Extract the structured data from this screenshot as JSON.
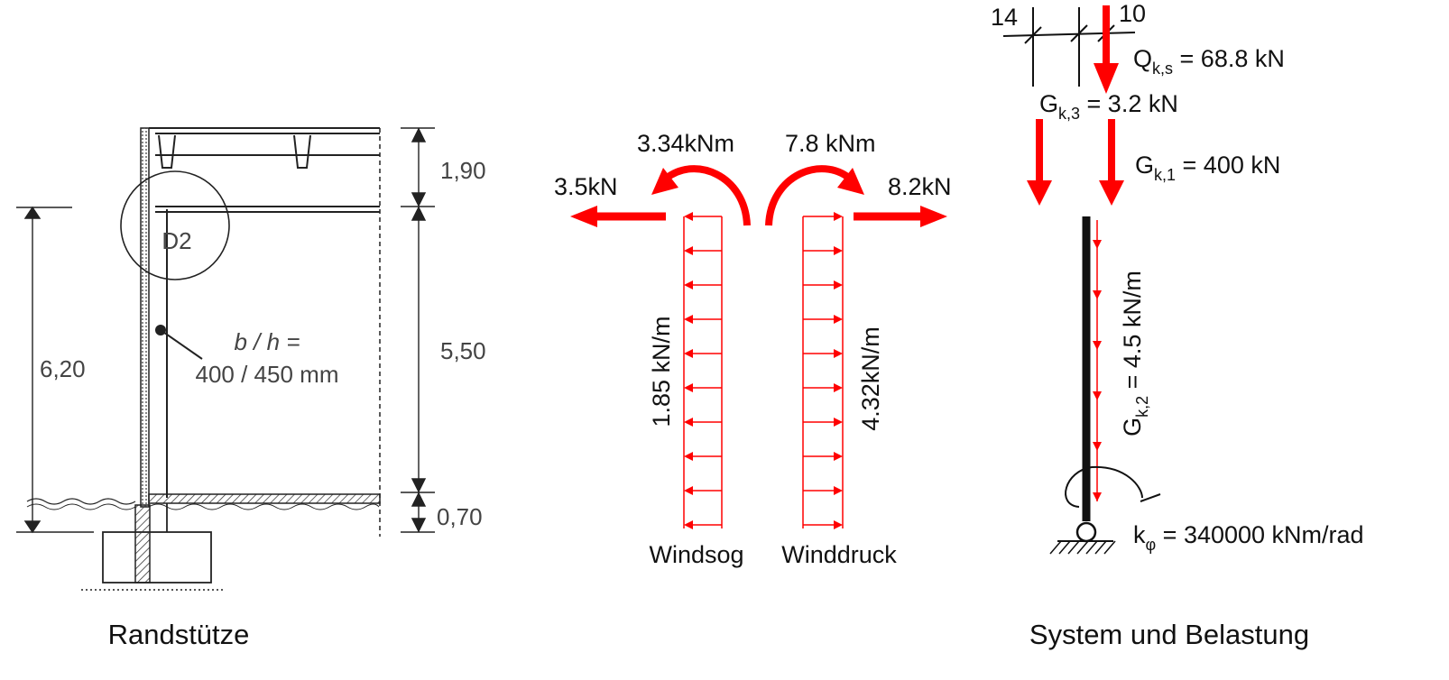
{
  "captions": {
    "left": "Randstütze",
    "right": "System und Belastung"
  },
  "section_drawing": {
    "detail_label": "D2",
    "column_size_line1": "b / h =",
    "column_size_line2": "400 / 450 mm",
    "dim_total": "6,20",
    "dim_top": "1,90",
    "dim_middle": "5,50",
    "dim_bottom": "0,70"
  },
  "wind": {
    "suction": {
      "label": "Windsog",
      "line_load": "1.85 kN/m",
      "force": "3.5kN",
      "moment": "3.34kNm"
    },
    "pressure": {
      "label": "Winddruck",
      "line_load": "4.32kN/m",
      "force": "8.2kN",
      "moment": "7.8 kNm"
    }
  },
  "system": {
    "beam_dim_left": "14",
    "beam_dim_right": "10",
    "q_snow": {
      "sym": "Q",
      "sub": "k,s",
      "value": " = 68.8 kN"
    },
    "g3": {
      "sym": "G",
      "sub": "k,3",
      "value": " = 3.2 kN"
    },
    "g1": {
      "sym": "G",
      "sub": "k,1",
      "value": " = 400 kN"
    },
    "g2": {
      "sym": "G",
      "sub": "k,2",
      "value": " = 4.5 kN/m"
    },
    "k_phi": {
      "sym": "k",
      "sub": "φ",
      "value": " = 340000 kNm/rad"
    }
  },
  "colors": {
    "load_red": "#ff0000",
    "line_black": "#111111",
    "drawing_gray": "#444444"
  }
}
